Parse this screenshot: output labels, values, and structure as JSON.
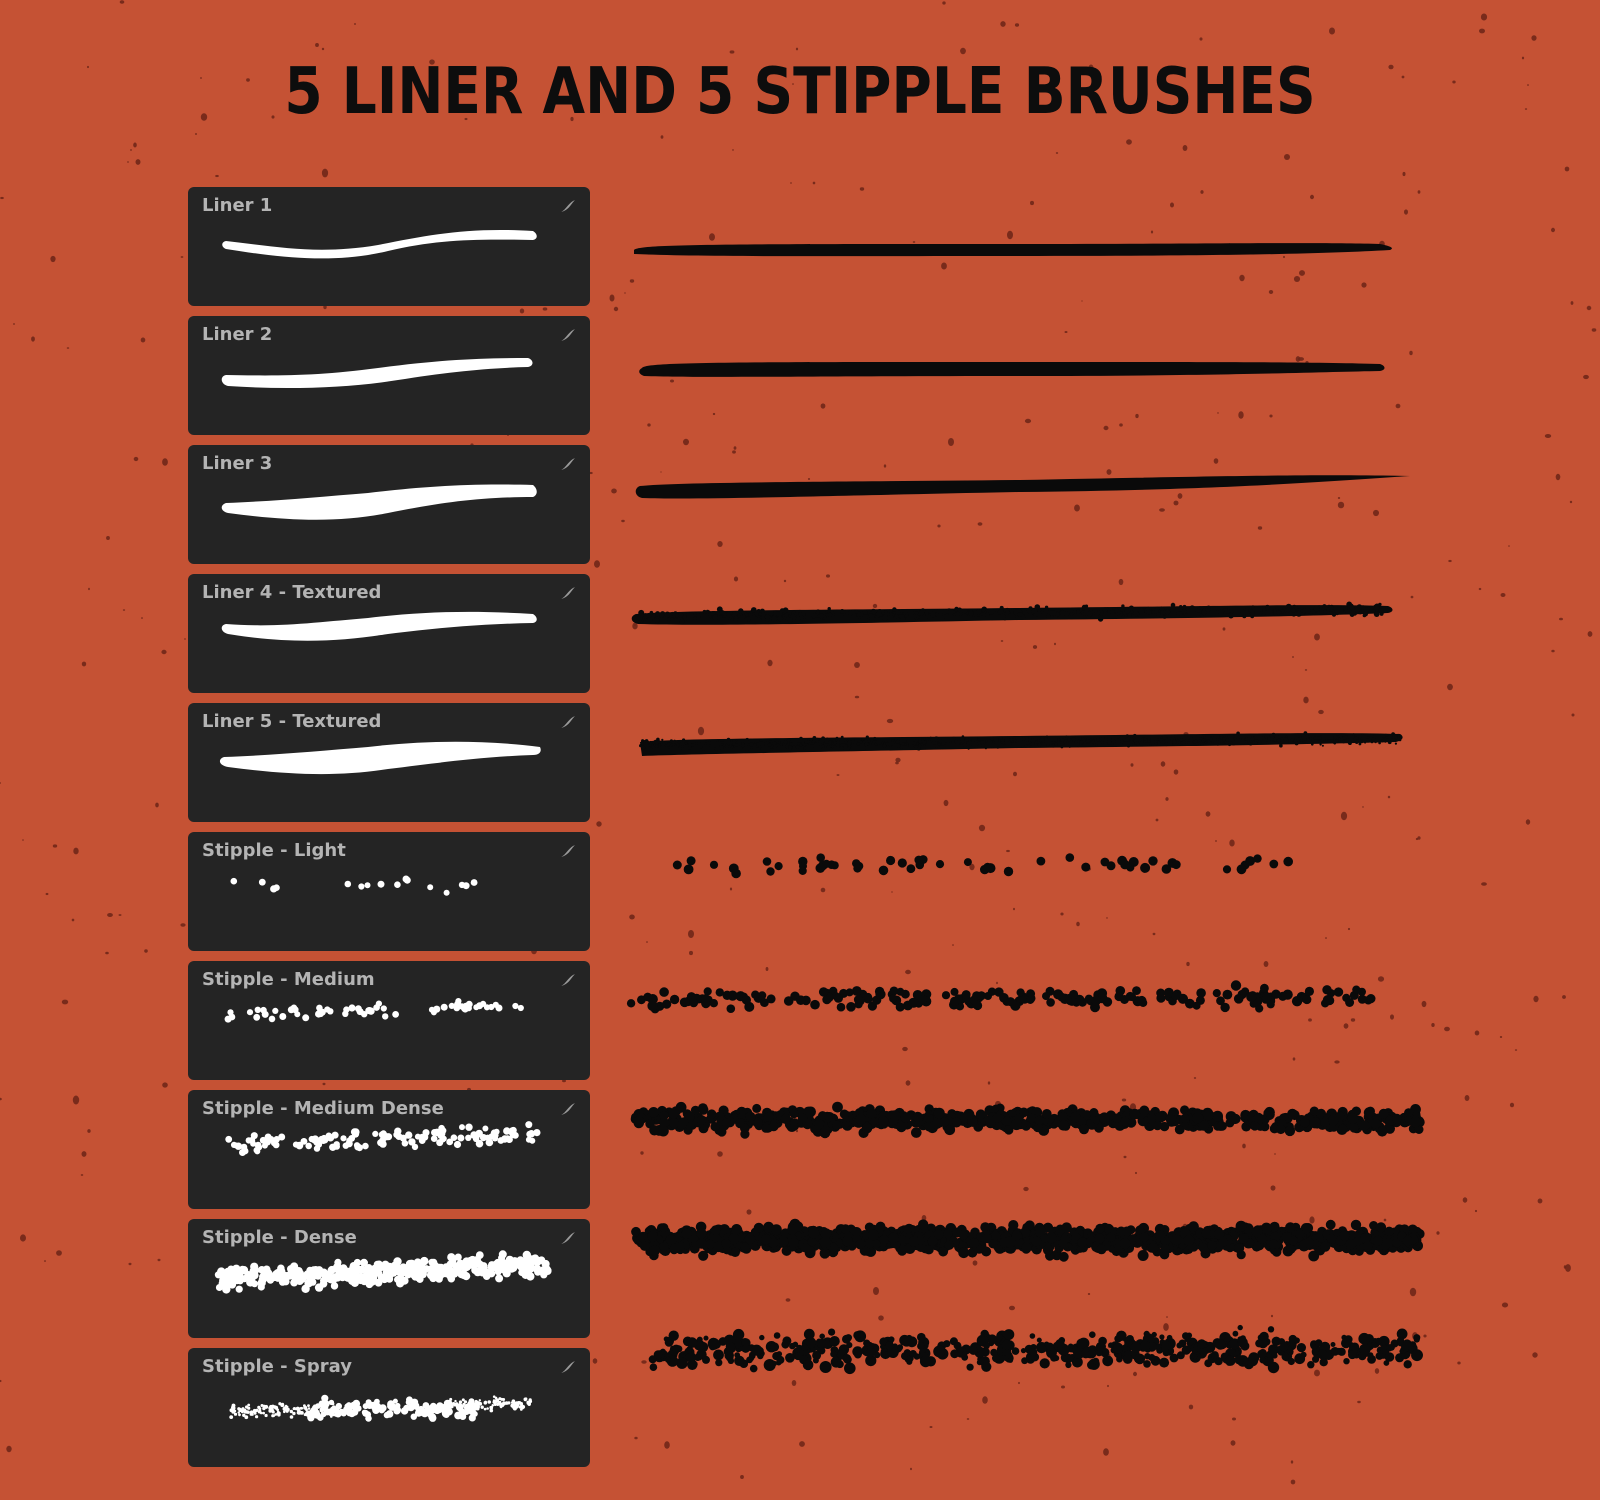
{
  "title": "5 LINER AND 5 STIPPLE BRUSHES",
  "colors": {
    "background": "#C55234",
    "speckle": "#6b2418",
    "panel": "#242424",
    "panel_label": "#b4b4b4",
    "preview_stroke": "#ffffff",
    "sample_stroke": "#0a0a0a"
  },
  "brushes": [
    {
      "label": "Liner 1",
      "type": "liner",
      "icon": "brush-stroke-icon"
    },
    {
      "label": "Liner 2",
      "type": "liner",
      "icon": "brush-stroke-icon"
    },
    {
      "label": "Liner 3",
      "type": "liner",
      "icon": "brush-stroke-icon"
    },
    {
      "label": "Liner 4 - Textured",
      "type": "liner",
      "icon": "brush-stroke-icon"
    },
    {
      "label": "Liner 5 - Textured",
      "type": "liner",
      "icon": "brush-stroke-icon"
    },
    {
      "label": "Stipple - Light",
      "type": "stipple",
      "icon": "brush-stroke-icon"
    },
    {
      "label": "Stipple - Medium",
      "type": "stipple",
      "icon": "brush-stroke-icon"
    },
    {
      "label": "Stipple - Medium Dense",
      "type": "stipple",
      "icon": "brush-stroke-icon"
    },
    {
      "label": "Stipple - Dense",
      "type": "stipple",
      "icon": "brush-stroke-icon"
    },
    {
      "label": "Stipple - Spray",
      "type": "stipple",
      "icon": "brush-stroke-icon"
    }
  ]
}
